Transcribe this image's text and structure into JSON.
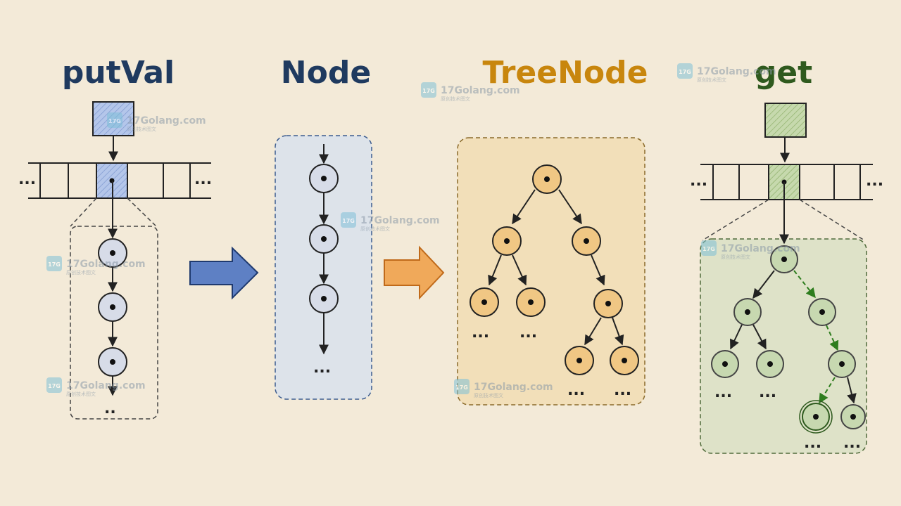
{
  "titles": {
    "putval": "putVal",
    "node": "Node",
    "treenode": "TreeNode",
    "get": "get"
  },
  "colors": {
    "background": "#f3ead8",
    "putval_title": "#1f3a5f",
    "node_title": "#1f3a5f",
    "treenode_title": "#c8860d",
    "get_title": "#2f5a1e",
    "blue_fill": "#a9bde3",
    "node_fill": "#d7dce8",
    "orange_fill": "#f0c784",
    "green_fill": "#c7d8b0",
    "search_path": "#2e7d1e"
  },
  "labels": {
    "ellipsis": "...",
    "bottom_ellipsis": "..",
    "watermark": "17Golang.com",
    "watermark_sub": "原创技术图文"
  }
}
